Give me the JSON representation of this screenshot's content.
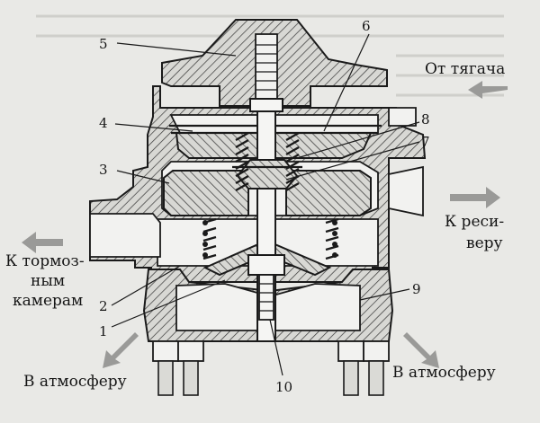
{
  "labels": {
    "n1": "1",
    "n2": "2",
    "n3": "3",
    "n4": "4",
    "n5": "5",
    "n6": "6",
    "n7": "7",
    "n8": "8",
    "n9": "9",
    "n10": "10"
  },
  "captions": {
    "from_tractor": "От тягача",
    "to_receiver_line1": "К реси-",
    "to_receiver_line2": "веру",
    "to_brake_line1": "К тормоз-",
    "to_brake_line2": "ным",
    "to_brake_line3": "камерам",
    "to_atmosphere_left": "В атмосферу",
    "to_atmosphere_right": "В атмосферу"
  },
  "colors": {
    "ink": "#1a1a1a",
    "paper": "#e9e9e6",
    "cavity": "#f2f2f0",
    "arrow": "#9a9a98"
  }
}
